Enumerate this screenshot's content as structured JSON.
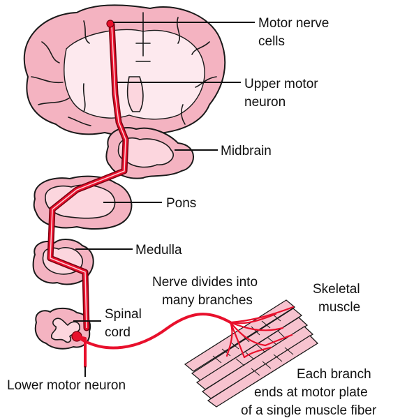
{
  "labels": {
    "motor_nerve_cells_1": "Motor nerve",
    "motor_nerve_cells_2": "cells",
    "upper_motor_neuron_1": "Upper motor",
    "upper_motor_neuron_2": "neuron",
    "midbrain": "Midbrain",
    "pons": "Pons",
    "medulla": "Medulla",
    "spinal_cord_1": "Spinal",
    "spinal_cord_2": "cord",
    "nerve_divides_1": "Nerve divides into",
    "nerve_divides_2": "many branches",
    "skeletal_muscle_1": "Skeletal",
    "skeletal_muscle_2": "muscle",
    "lower_motor_neuron": "Lower motor neuron",
    "each_branch_1": "Each branch",
    "each_branch_2": "ends at motor plate",
    "each_branch_3": "of a single muscle fiber"
  },
  "colors": {
    "neuron": "#e8102c",
    "tissue": "#f4b3c1",
    "tissue_light": "#fcd6de"
  }
}
